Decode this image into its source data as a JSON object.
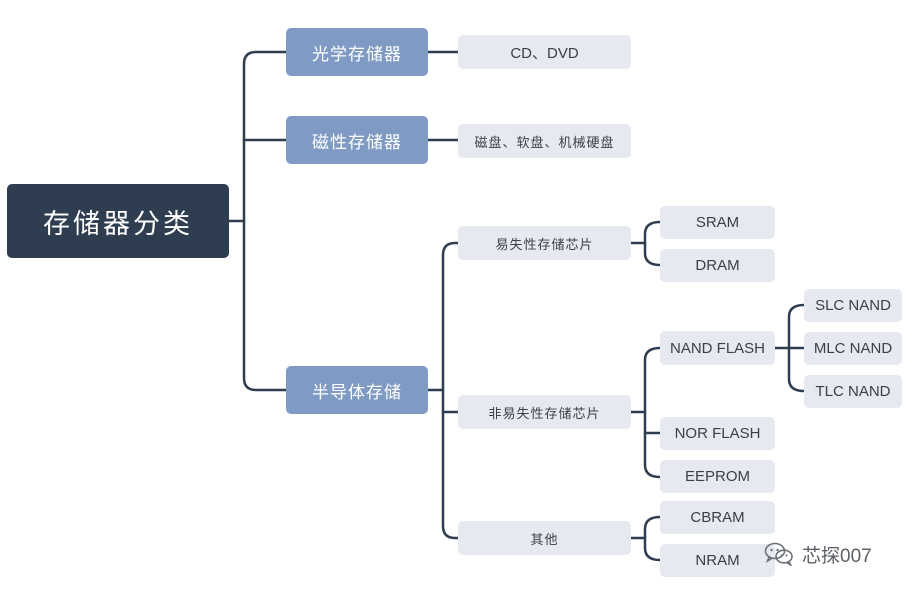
{
  "root": {
    "label": "存储器分类"
  },
  "categories": {
    "optical": {
      "label": "光学存储器",
      "example": "CD、DVD"
    },
    "magnetic": {
      "label": "磁性存储器",
      "example": "磁盘、软盘、机械硬盘"
    },
    "semiconductor": {
      "label": "半导体存储",
      "volatile": {
        "label": "易失性存储芯片",
        "items": [
          "SRAM",
          "DRAM"
        ]
      },
      "nonvolatile": {
        "label": "非易失性存储芯片",
        "nand": {
          "label": "NAND FLASH",
          "items": [
            "SLC NAND",
            "MLC NAND",
            "TLC NAND"
          ]
        },
        "nor": "NOR FLASH",
        "eeprom": "EEPROM"
      },
      "other": {
        "label": "其他",
        "items": [
          "CBRAM",
          "NRAM"
        ]
      }
    }
  },
  "watermark": {
    "text": "芯探007",
    "icon": "wechat-icon"
  },
  "colors": {
    "root": "#2f3d51",
    "category": "#7f9bc4",
    "leaf": "#e6e9f0",
    "connector": "#2f3d51"
  }
}
